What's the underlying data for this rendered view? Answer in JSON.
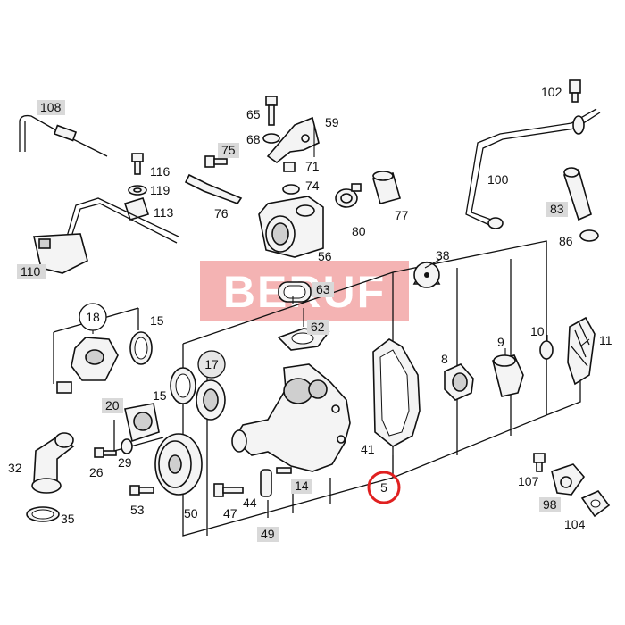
{
  "watermark": {
    "text": "BERUF",
    "color": "#f2a6a6"
  },
  "highlight_color": "#e02020",
  "highlighted_part": "5",
  "callouts": {
    "p108": "108",
    "p116": "116",
    "p119": "119",
    "p113": "113",
    "p110": "110",
    "p65": "65",
    "p68": "68",
    "p59": "59",
    "p75": "75",
    "p76": "76",
    "p71": "71",
    "p74": "74",
    "p56": "56",
    "p80": "80",
    "p77": "77",
    "p102": "102",
    "p100": "100",
    "p83": "83",
    "p86": "86",
    "p63": "63",
    "p62": "62",
    "p38": "38",
    "p18": "18",
    "p15a": "15",
    "p17": "17",
    "p15b": "15",
    "p20": "20",
    "p8": "8",
    "p9": "9",
    "p10": "10",
    "p11": "11",
    "p41": "41",
    "p32": "32",
    "p26": "26",
    "p29": "29",
    "p35": "35",
    "p53": "53",
    "p50": "50",
    "p47": "47",
    "p44": "44",
    "p14": "14",
    "p49": "49",
    "p5": "5",
    "p107": "107",
    "p98": "98",
    "p104": "104"
  }
}
